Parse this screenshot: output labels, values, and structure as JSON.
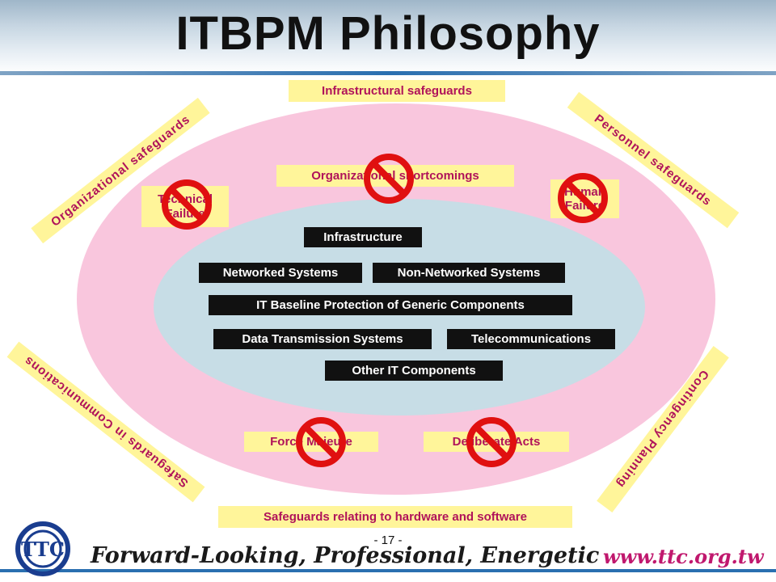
{
  "title": "ITBPM Philosophy",
  "safeguards": {
    "top": "Infrastructural safeguards",
    "bottom": "Safeguards relating to hardware and software",
    "top_left": "Organizational safeguards",
    "top_right": "Personnel safeguards",
    "bottom_left": "Safeguards in Communications",
    "bottom_right": "Contingency Planning"
  },
  "threats": {
    "organizational": "Organizational shortcomings",
    "technical": "Technical Failure",
    "human": "Human Failure",
    "force_majeure": "Force Majeure",
    "deliberate": "Deliberate Acts"
  },
  "components": {
    "infrastructure": "Infrastructure",
    "networked": "Networked Systems",
    "non_networked": "Non-Networked Systems",
    "baseline": "IT Baseline Protection of Generic Components",
    "data_transmission": "Data Transmission Systems",
    "telecom": "Telecommunications",
    "other": "Other IT Components"
  },
  "footer": {
    "page": "- 17 -",
    "slogan": "Forward-Looking, Professional, Energetic",
    "url": "www.ttc.org.tw",
    "logo_text": "TTC"
  },
  "colors": {
    "outer_ellipse": "#f9c6dd",
    "inner_ellipse": "#c7dde6",
    "safeguard_box": "#fff59a",
    "safeguard_text": "#b0135a",
    "prohibition": "#e01010"
  }
}
